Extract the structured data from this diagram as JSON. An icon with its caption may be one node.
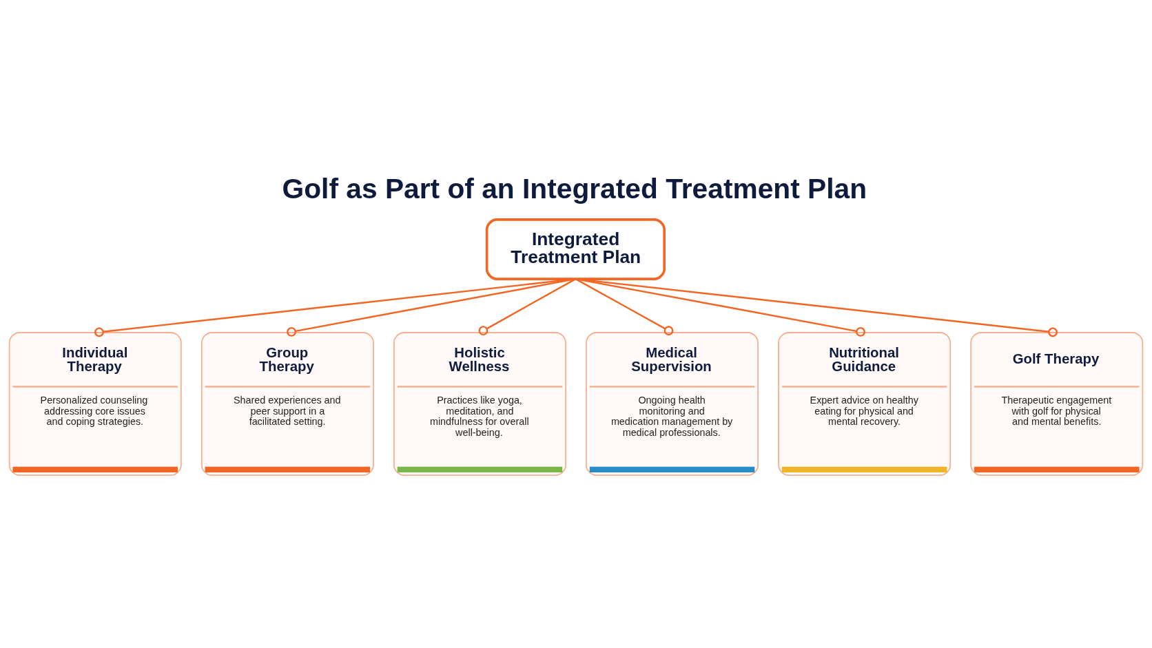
{
  "diagram": {
    "title": "Golf as Part of an Integrated Treatment Plan",
    "nodes": [
      {
        "text": [
          "Integrated Treatment Plan"
        ]
      },
      {
        "text": [
          "Individual Therapy",
          "Personalized counseling addressing core issues and coping strategies."
        ]
      },
      {
        "text": [
          "Group Therapy",
          "Shared experiences and peer support in a facilitated setting."
        ]
      },
      {
        "text": [
          "Holistic Wellness",
          "Practices like yoga, meditation, and mindfulness for overall well-being."
        ]
      },
      {
        "text": [
          "Medical Supervision",
          "Ongoing health monitoring and medication management by medical professionals."
        ]
      },
      {
        "text": [
          "Nutritional Guidance",
          "Expert advice on healthy eating for physical and mental recovery."
        ]
      },
      {
        "text": [
          "Golf Therapy",
          "Therapeutic engagement with golf for physical and mental benefits."
        ]
      }
    ],
    "edges": [
      {
        "from": 0,
        "to": 1,
        "arrow": "other"
      },
      {
        "from": 0,
        "to": 2,
        "arrow": "other"
      },
      {
        "from": 0,
        "to": 3,
        "arrow": "other"
      },
      {
        "from": 0,
        "to": 4,
        "arrow": "other"
      },
      {
        "from": 0,
        "to": 5,
        "arrow": "other"
      },
      {
        "from": 0,
        "to": 6,
        "arrow": "other"
      }
    ]
  }
}
